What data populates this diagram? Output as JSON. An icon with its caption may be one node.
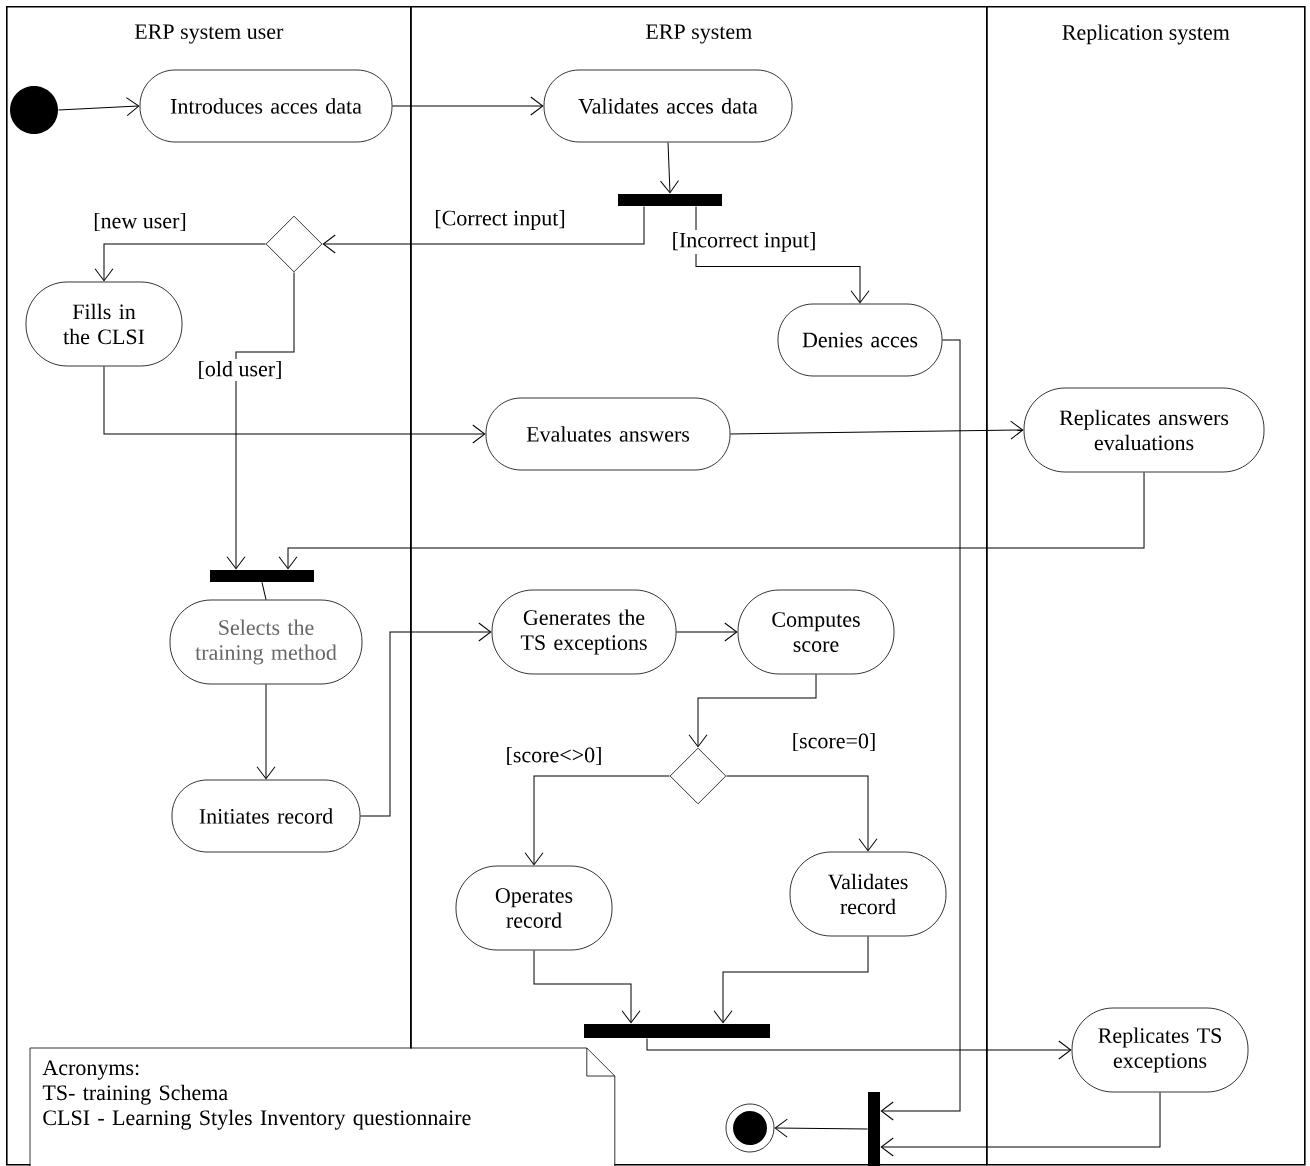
{
  "diagram": {
    "nodes": [
      {
        "text": [
          "ERP system user"
        ]
      },
      {
        "text": [
          "ERP system"
        ]
      },
      {
        "text": [
          "Replication system"
        ]
      },
      {
        "text": [],
        "shape": "circle",
        "in": 0
      },
      {
        "text": [
          "Introduces acces data"
        ],
        "in": 0
      },
      {
        "text": [
          "Validates acces data"
        ],
        "in": 1
      },
      {
        "text": [],
        "shape": "bar",
        "in": 1
      },
      {
        "text": [],
        "shape": "diamond",
        "in": 0
      },
      {
        "text": [
          "Fills in the CLSI"
        ],
        "in": 0
      },
      {
        "text": [
          "Denies acces"
        ],
        "in": 1
      },
      {
        "text": [
          "Evaluates answers"
        ],
        "in": 1
      },
      {
        "text": [
          "Replicates answers evaluations"
        ],
        "in": 2
      },
      {
        "text": [],
        "shape": "bar",
        "in": 0
      },
      {
        "text": [
          "Selects the training method"
        ],
        "in": 0
      },
      {
        "text": [
          "Initiates record"
        ],
        "in": 0
      },
      {
        "text": [
          "Generates the TS exceptions"
        ],
        "in": 1
      },
      {
        "text": [
          "Computes score"
        ],
        "in": 1
      },
      {
        "text": [],
        "shape": "diamond",
        "in": 1
      },
      {
        "text": [
          "Operates record"
        ],
        "in": 1
      },
      {
        "text": [
          "Validates record"
        ],
        "in": 1
      },
      {
        "text": [],
        "shape": "bar",
        "in": 1
      },
      {
        "text": [
          "Replicates TS exceptions"
        ],
        "in": 2
      },
      {
        "text": [],
        "shape": "bar",
        "in": 1
      },
      {
        "text": [],
        "shape": "circle",
        "in": 1
      },
      {
        "text": [
          "Acronyms:",
          "TS- training Schema",
          "CLSI -  Learning Styles Inventory questionnaire"
        ]
      }
    ],
    "edges": [
      {
        "from": 3,
        "to": 4,
        "arrow": "to"
      },
      {
        "from": 4,
        "to": 5,
        "arrow": "to"
      },
      {
        "from": 5,
        "to": 6,
        "arrow": "to"
      },
      {
        "from": 6,
        "to": 7,
        "arrow": "to",
        "label": "[Correct input]"
      },
      {
        "from": 6,
        "to": 9,
        "arrow": "to",
        "label": "[Incorrect input]"
      },
      {
        "from": 7,
        "to": 8,
        "arrow": "to",
        "label": "[new user]"
      },
      {
        "from": 7,
        "to": 12,
        "arrow": "to",
        "label": "[old user]"
      },
      {
        "from": 8,
        "to": 10,
        "arrow": "to"
      },
      {
        "from": 10,
        "to": 11,
        "arrow": "to"
      },
      {
        "from": 11,
        "to": 12,
        "arrow": "to"
      },
      {
        "from": 9,
        "to": 22,
        "arrow": "to"
      },
      {
        "from": 12,
        "to": 13,
        "arrow": "none"
      },
      {
        "from": 13,
        "to": 14,
        "arrow": "to"
      },
      {
        "from": 14,
        "to": 15,
        "arrow": "to"
      },
      {
        "from": 15,
        "to": 16,
        "arrow": "to"
      },
      {
        "from": 16,
        "to": 17,
        "arrow": "to"
      },
      {
        "from": 17,
        "to": 18,
        "arrow": "to",
        "label": "[score<>0]"
      },
      {
        "from": 17,
        "to": 19,
        "arrow": "to",
        "label": "[score=0]"
      },
      {
        "from": 18,
        "to": 20,
        "arrow": "to"
      },
      {
        "from": 19,
        "to": 20,
        "arrow": "to"
      },
      {
        "from": 20,
        "to": 21,
        "arrow": "to"
      },
      {
        "from": 21,
        "to": 22,
        "arrow": "to"
      },
      {
        "from": 22,
        "to": 23,
        "arrow": "to"
      }
    ]
  }
}
